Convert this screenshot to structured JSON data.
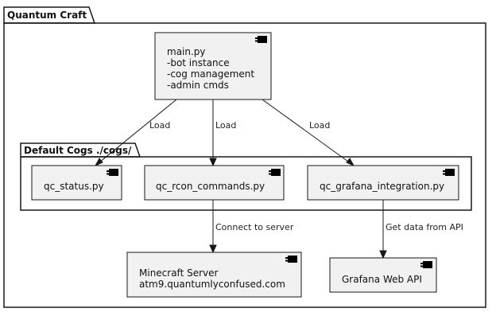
{
  "outer_package": {
    "title": "Quantum Craft"
  },
  "inner_package": {
    "title": "Default Cogs ./cogs/"
  },
  "components": {
    "main": {
      "lines": [
        "main.py",
        "-bot instance",
        "-cog management",
        "-admin cmds"
      ]
    },
    "qc_status": {
      "label": "qc_status.py"
    },
    "qc_rcon": {
      "label": "qc_rcon_commands.py"
    },
    "qc_grafana": {
      "label": "qc_grafana_integration.py"
    },
    "minecraft": {
      "lines": [
        "Minecraft Server",
        "atm9.quantumlyconfused.com"
      ]
    },
    "grafana_api": {
      "label": "Grafana Web API"
    }
  },
  "edges": {
    "load_status": "Load",
    "load_rcon": "Load",
    "load_grafana": "Load",
    "connect": "Connect to server",
    "get_data": "Get data from API"
  }
}
